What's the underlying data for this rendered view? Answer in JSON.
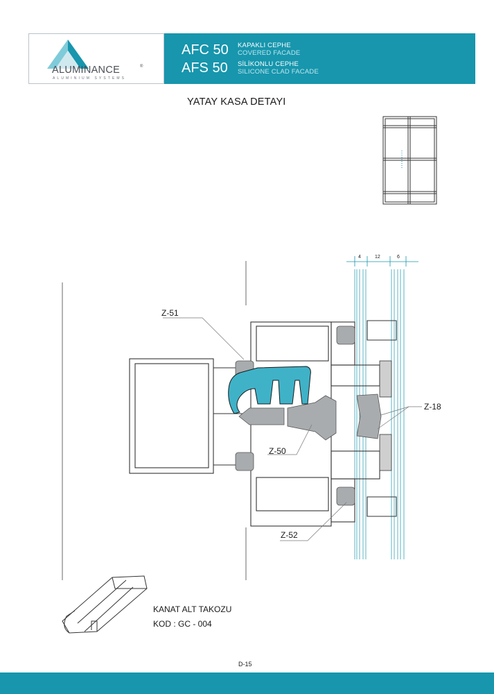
{
  "brand": {
    "name": "ALUMINANCE",
    "tagline": "ALUMINIUM SYSTEMS",
    "registered": "®"
  },
  "header": {
    "models": [
      {
        "code": "AFC 50",
        "name_tr": "KAPAKLI CEPHE",
        "name_en": "COVERED FACADE"
      },
      {
        "code": "AFS 50",
        "name_tr": "SİLİKONLU CEPHE",
        "name_en": "SILICONE CLAD FACADE"
      }
    ],
    "accent_color": "#1796ad"
  },
  "drawing": {
    "title": "YATAY KASA DETAYI",
    "part_labels": [
      "Z-51",
      "Z-50",
      "Z-18",
      "Z-52"
    ],
    "dimensions": [
      "4",
      "12",
      "6"
    ],
    "gasket_color": "#3fb2c8"
  },
  "part_detail": {
    "name": "KANAT ALT TAKOZU",
    "code": "KOD : GC - 004"
  },
  "footer": {
    "page_number": "D-15"
  }
}
